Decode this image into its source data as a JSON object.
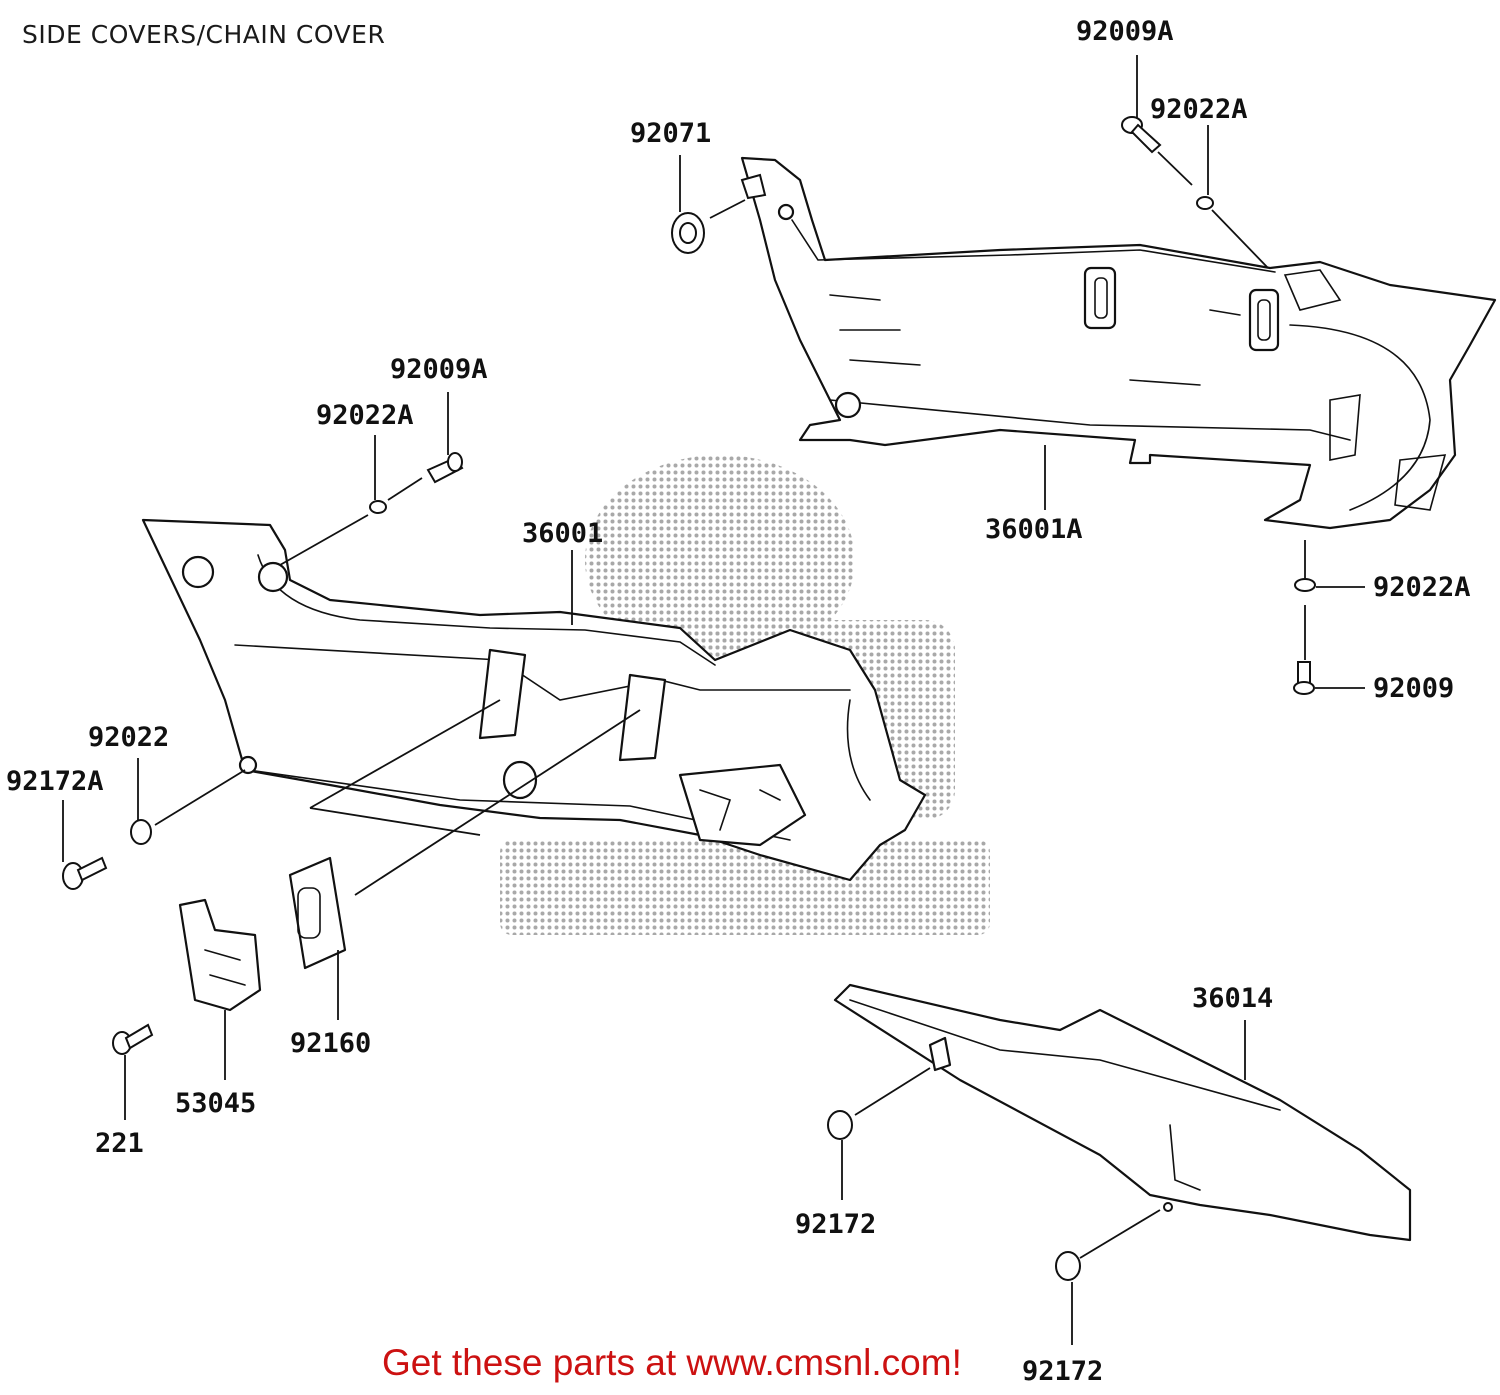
{
  "header": {
    "title": "SIDE COVERS/CHAIN COVER"
  },
  "callouts": {
    "c_92009A_top": "92009A",
    "c_92022A_top": "92022A",
    "c_92071": "92071",
    "c_36001A": "36001A",
    "c_92022A_right": "92022A",
    "c_92009": "92009",
    "c_92009A_mid": "92009A",
    "c_92022A_mid": "92022A",
    "c_36001": "36001",
    "c_92022": "92022",
    "c_92172A": "92172A",
    "c_92160": "92160",
    "c_53045": "53045",
    "c_221": "221",
    "c_36014": "36014",
    "c_92172_mid": "92172",
    "c_92172_bottom": "92172"
  },
  "footer": {
    "text": "Get these parts at www.cmsnl.com!"
  },
  "colors": {
    "footer_text": "#cc1111",
    "line": "#111111",
    "watermark": "#b0b0b0"
  }
}
